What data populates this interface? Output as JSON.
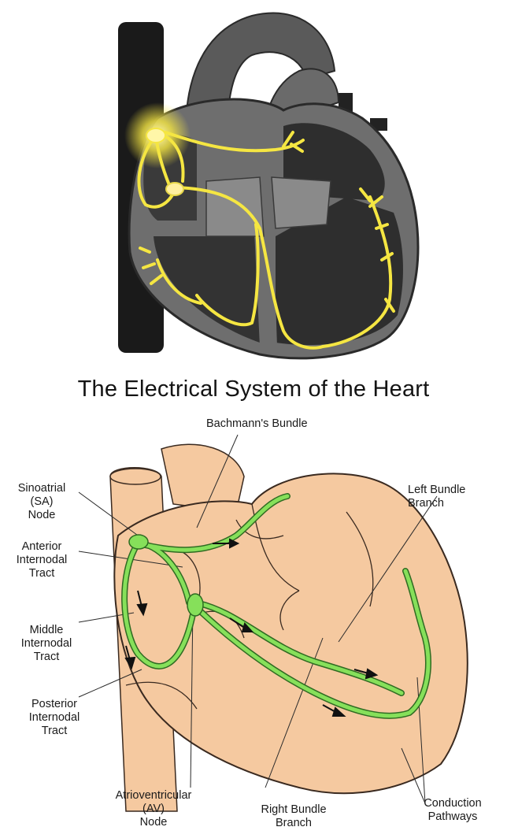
{
  "title": "The Electrical System of the Heart",
  "colors": {
    "pathway_top": "#f5e642",
    "pathway_bottom": "#7ed957",
    "heart_top": "#3a3a3a",
    "heart_bottom": "#f5c9a0"
  },
  "labels": {
    "bachmann": "Bachmann's Bundle",
    "sa_node": [
      "Sinoatrial",
      "(SA)",
      "Node"
    ],
    "anterior": [
      "Anterior",
      "Internodal",
      "Tract"
    ],
    "middle": [
      "Middle",
      "Internodal",
      "Tract"
    ],
    "posterior": [
      "Posterior",
      "Internodal",
      "Tract"
    ],
    "av_node": [
      "Atrioventricular",
      "(AV)",
      "Node"
    ],
    "right_bundle": [
      "Right Bundle",
      "Branch"
    ],
    "left_bundle": [
      "Left Bundle",
      "Branch"
    ],
    "conduction": [
      "Conduction",
      "Pathways"
    ]
  }
}
